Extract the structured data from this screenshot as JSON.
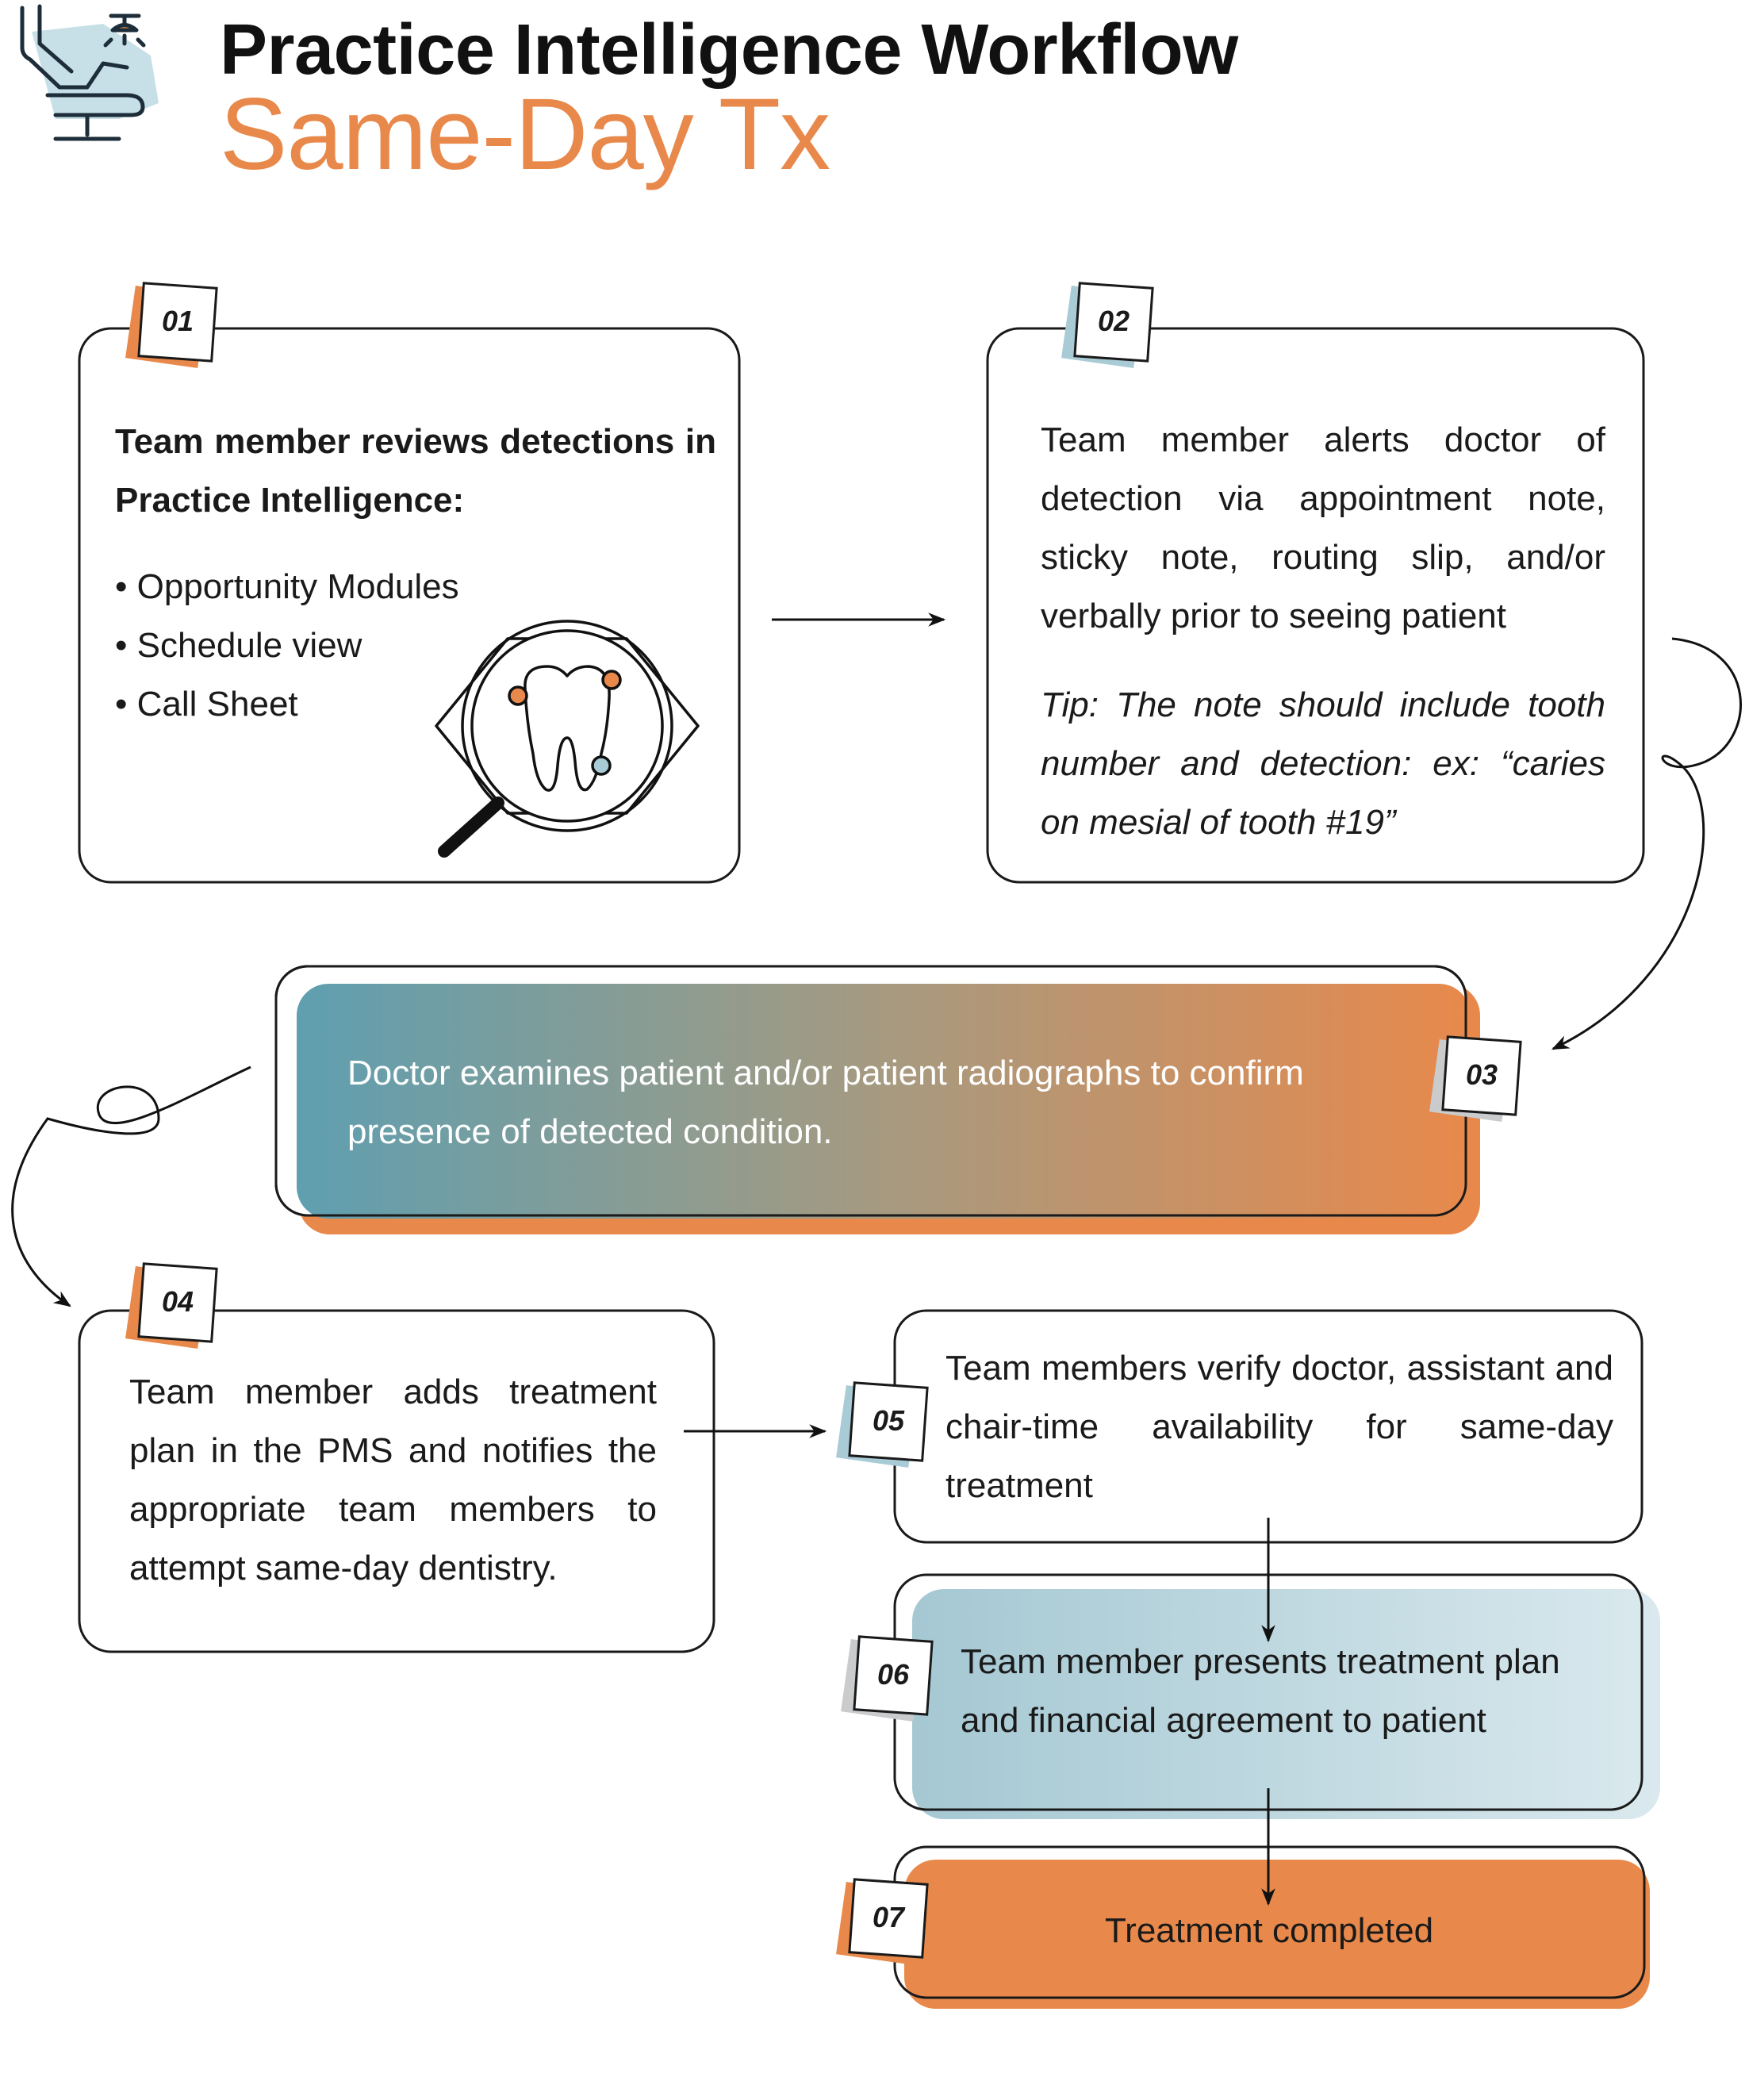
{
  "header": {
    "title": "Practice Intelligence Workflow",
    "subtitle": "Same-Day Tx"
  },
  "steps": [
    {
      "number": "01",
      "heading": "Team member reviews detections in Practice Intelligence:",
      "bullets": [
        "Opportunity Modules",
        "Schedule view",
        "Call Sheet"
      ]
    },
    {
      "number": "02",
      "text": "Team member alerts doctor of detection via appointment note, sticky note, routing slip, and/or verbally prior to seeing patient",
      "tip": "Tip: The note should include tooth number and detection: ex: “caries on mesial of tooth #19”"
    },
    {
      "number": "03",
      "text": "Doctor examines patient and/or patient radiographs to confirm presence of detected condition."
    },
    {
      "number": "04",
      "text": "Team member adds treatment plan in the PMS and notifies the appropriate team members to attempt same-day dentistry."
    },
    {
      "number": "05",
      "text": "Team members verify doctor, assistant and chair-time availability for same-day treatment"
    },
    {
      "number": "06",
      "text": "Team member presents treatment plan and financial agreement to patient"
    },
    {
      "number": "07",
      "text": "Treatment completed"
    }
  ],
  "icons": [
    "dental-chair-icon",
    "tooth-magnifier-icon"
  ],
  "colors": {
    "accent_orange": "#e8894b",
    "accent_blue": "#a9cbd6",
    "badge_gray": "#c9cbcd",
    "gradient_start": "#5f9fb0",
    "gradient_end": "#e8894b",
    "light_blue_fill": "#d7e8ed"
  }
}
